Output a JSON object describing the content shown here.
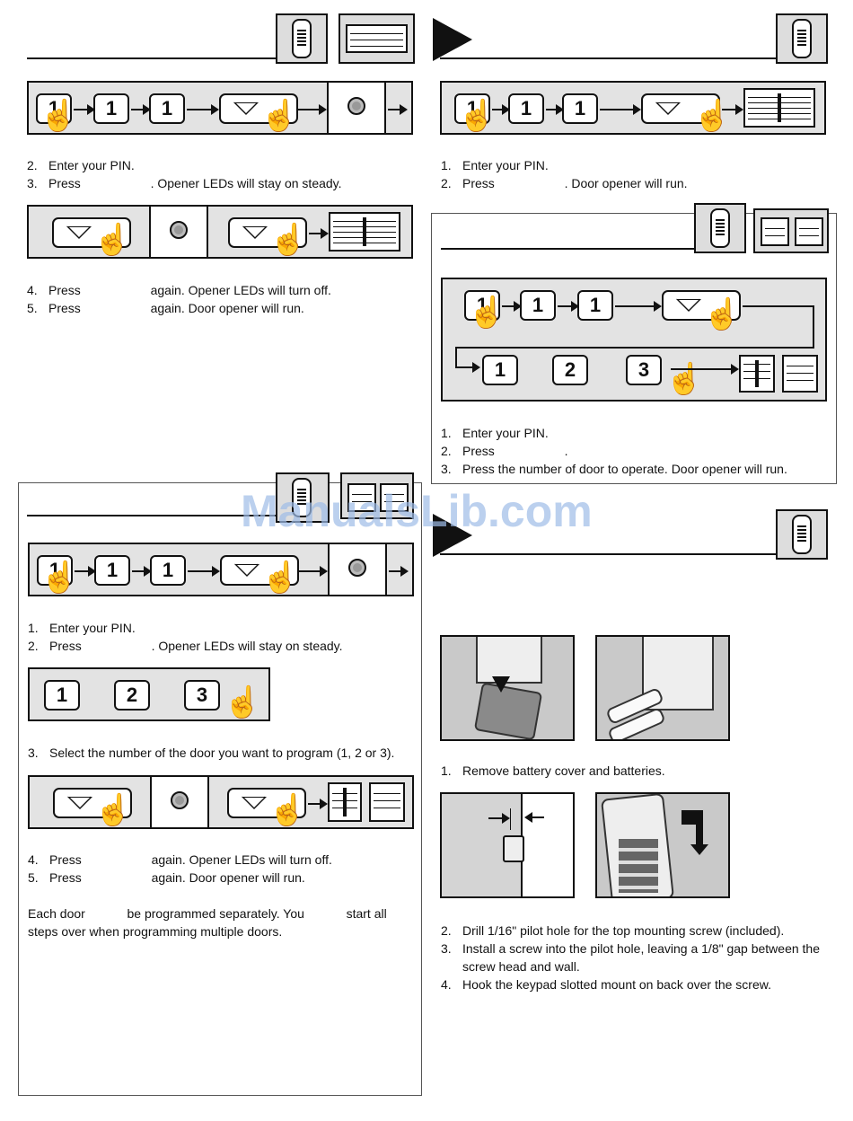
{
  "watermark": "ManualsLib.com",
  "keys": {
    "one": "1",
    "two": "2",
    "three": "3"
  },
  "sec_tl": {
    "steps_a": [
      {
        "n": "2.",
        "t": "Enter your PIN."
      },
      {
        "n": "3.",
        "t": "Press                    . Opener LEDs will stay on steady."
      }
    ],
    "steps_b": [
      {
        "n": "4.",
        "t": "Press                    again. Opener LEDs will turn off."
      },
      {
        "n": "5.",
        "t": "Press                    again. Door opener will run."
      }
    ]
  },
  "sec_tr": {
    "steps": [
      {
        "n": "1.",
        "t": "Enter your PIN."
      },
      {
        "n": "2.",
        "t": "Press                    . Door opener will run."
      }
    ]
  },
  "sec_mr": {
    "steps": [
      {
        "n": "1.",
        "t": "Enter your PIN."
      },
      {
        "n": "2.",
        "t": "Press                    ."
      },
      {
        "n": "3.",
        "t": "Press the number of door to operate. Door opener will run."
      }
    ]
  },
  "sec_bl": {
    "steps_a": [
      {
        "n": "1.",
        "t": "Enter your PIN."
      },
      {
        "n": "2.",
        "t": "Press                    . Opener LEDs will stay on steady."
      }
    ],
    "step_select": {
      "n": "3.",
      "t": "Select the number of the door you want to  program (1, 2 or 3)."
    },
    "steps_b": [
      {
        "n": "4.",
        "t": "Press                    again. Opener LEDs will turn off."
      },
      {
        "n": "5.",
        "t": "Press                    again. Door opener will run."
      }
    ],
    "note_1": "Each door            be programmed separately. You            start all",
    "note_2": "steps over when programming multiple doors."
  },
  "sec_br": {
    "step_1": {
      "n": "1.",
      "t": "Remove battery cover and batteries."
    },
    "steps": [
      {
        "n": "2.",
        "t": "Drill 1/16\" pilot hole for the top mounting screw (included)."
      },
      {
        "n": "3.",
        "t": "Install a screw into the pilot hole, leaving a 1/8\" gap between the"
      },
      {
        "n": "",
        "t": "screw head and wall."
      },
      {
        "n": "4.",
        "t": "Hook the keypad slotted mount on back over the screw."
      }
    ]
  }
}
